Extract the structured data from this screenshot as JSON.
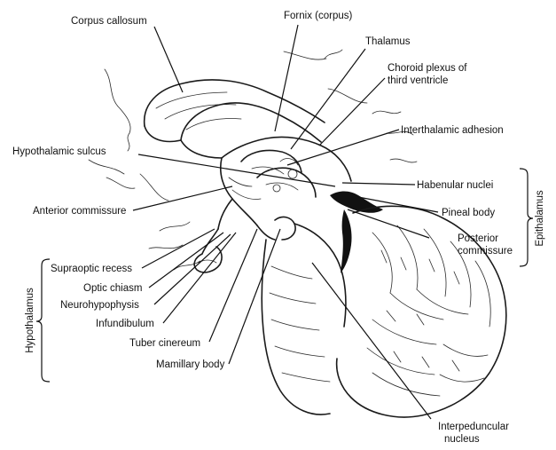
{
  "labels": {
    "corpus_callosum": "Corpus callosum",
    "fornix": "Fornix (corpus)",
    "thalamus": "Thalamus",
    "choroid_plexus_line1": "Choroid plexus of",
    "choroid_plexus_line2": "third ventricle",
    "interthalamic_adhesion": "Interthalamic adhesion",
    "hypothalamic_sulcus": "Hypothalamic sulcus",
    "habenular_nuclei": "Habenular nuclei",
    "anterior_commissure": "Anterior commissure",
    "pineal_body": "Pineal body",
    "posterior_commissure_line1": "Posterior",
    "posterior_commissure_line2": "commissure",
    "supraoptic_recess": "Supraoptic recess",
    "optic_chiasm": "Optic chiasm",
    "neurohypophysis": "Neurohypophysis",
    "infundibulum": "Infundibulum",
    "tuber_cinereum": "Tuber cinereum",
    "mamillary_body": "Mamillary body",
    "interpeduncular_line1": "Interpeduncular",
    "interpeduncular_line2": "nucleus"
  },
  "groups": {
    "epithalamus": "Epithalamus",
    "hypothalamus": "Hypothalamus"
  }
}
